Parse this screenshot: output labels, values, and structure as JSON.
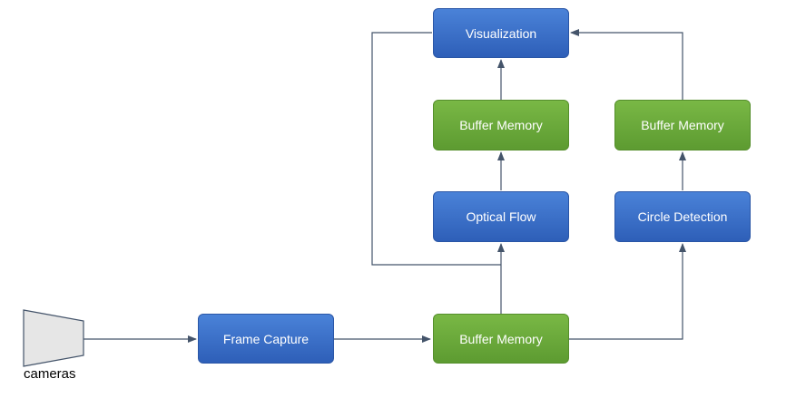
{
  "colors": {
    "process_blue": "#3a6fc9",
    "buffer_green": "#6aab3a",
    "connector": "#44546a",
    "camera_fill": "#e6e6e6"
  },
  "camera": {
    "icon": "camera-icon",
    "label": "cameras"
  },
  "nodes": {
    "frame_capture": "Frame Capture",
    "buffer_bottom": "Buffer Memory",
    "optical_flow": "Optical Flow",
    "circle_detection": "Circle Detection",
    "buffer_left": "Buffer Memory",
    "buffer_right": "Buffer Memory",
    "visualization": "Visualization"
  }
}
